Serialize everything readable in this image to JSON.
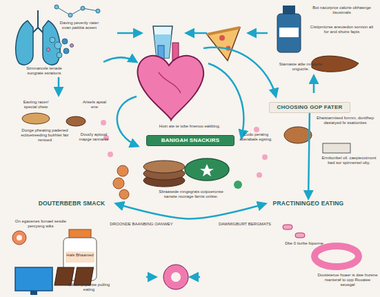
{
  "diagram": {
    "nodes": [
      {
        "text": [
          "CHOOSING GOP FATER"
        ]
      },
      {
        "text": [
          "BANIGAH SNACKIRS"
        ]
      },
      {
        "text": [
          "DOUTERBEBR SMACK"
        ]
      },
      {
        "text": [
          "PRACTININGEO EATING"
        ]
      }
    ],
    "edges": [
      {
        "from": 2,
        "to": 3,
        "arrow": "both"
      },
      {
        "from": 0,
        "to": 3,
        "arrow": "to"
      }
    ],
    "labels": [
      "Daving pevenly nater ovan pattitia aceen",
      "Simmaroxle tenade sungrate ssrations",
      "Bot nacurprce calorie obhasnge tisusimals",
      "Cistipmicrse aneuiedon sorvion alt for and shuire fapts",
      "Stamaste atlie mnaiurie ongucrie.",
      "Eaviing racer/ special chew",
      "Arisels apsal ene",
      "Hoin ate te tobe hnenoo eakbing.",
      "Ehaistarmised formm, dontlhep dasiaiyed fe ssatiunties",
      "Donge pheating padened ectioetreeding bolrhlet fair renioed",
      "Doucly aptoud mapge tannanie",
      "Cudo peraing aberabale egsing.",
      "Ermbonbel oll. caepiecotmont bad sor spinnersel oby.",
      "Sbraasede mngegrats cotpoeronse sanwte noorage farnis onlste.",
      "DROONDE BAANBING OANWEY",
      "DAWMIGBURT BERGMATS",
      "On egavenes fomael sesdie percysng wiks",
      "Hals Bhaamed",
      "Ediste pepanse puiling eating",
      "Dbe 0 tiurbe liquorne",
      "Dootieterue hoaer is dwe hurene rsanteraf to opp Rooatee seuegal"
    ]
  }
}
